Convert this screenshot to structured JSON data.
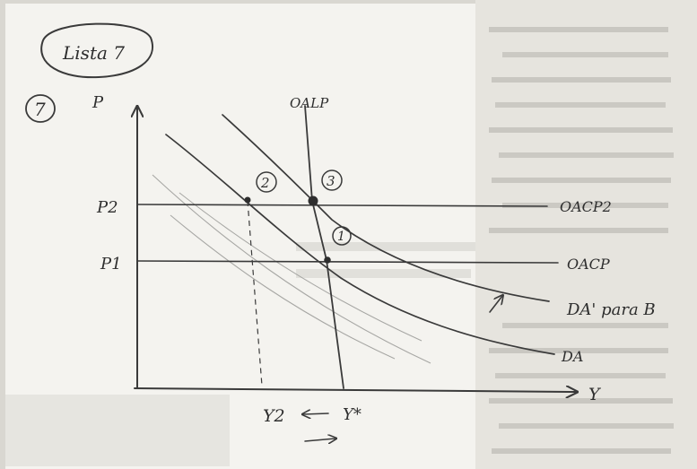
{
  "page": {
    "title": "Lista 7",
    "exercise_number": "7"
  },
  "axes": {
    "vertical": "P",
    "horizontal": "Y"
  },
  "price_levels": {
    "upper": "P2",
    "lower": "P1"
  },
  "output_levels": {
    "natural": "Y*",
    "reduced": "Y2"
  },
  "curves": {
    "lras": "OALP",
    "sras_low": "OACP",
    "sras_high": "OACP2",
    "ad_original": "DA",
    "ad_shifted": "DA' para B"
  },
  "equilibria": {
    "one": "1",
    "two": "2",
    "three": "3"
  },
  "colors": {
    "paper": "#f4f3ef",
    "ink": "#3a3a3a",
    "background": "#d9d7d1"
  }
}
